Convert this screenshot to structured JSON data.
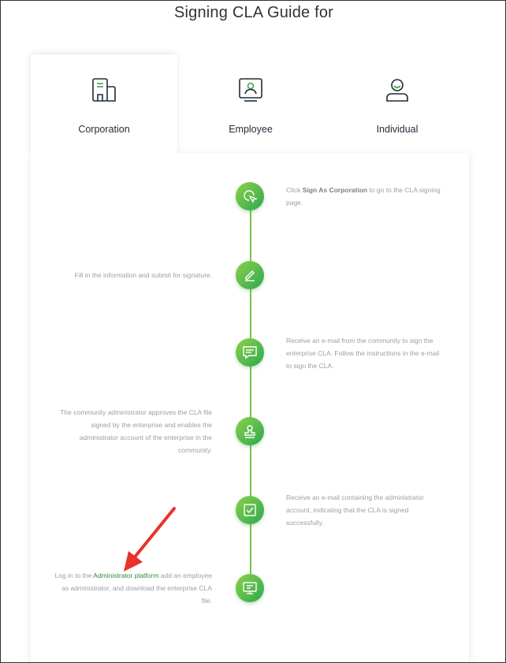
{
  "page": {
    "title": "Signing CLA Guide for"
  },
  "tabs": [
    {
      "label": "Corporation",
      "icon": "building-icon",
      "active": true
    },
    {
      "label": "Employee",
      "icon": "employee-badge-icon",
      "active": false
    },
    {
      "label": "Individual",
      "icon": "person-icon",
      "active": false
    }
  ],
  "steps": {
    "s1": {
      "prefix": "Click ",
      "bold": "Sign As Corporation",
      "suffix": " to go to the CLA signing page.",
      "icon": "cursor-click-icon"
    },
    "s2": {
      "text": "Fill in the information and submit for signature.",
      "icon": "edit-pen-icon"
    },
    "s3": {
      "text": "Receive an e-mail from the community to sign the enterprise CLA. Follow the instructions in the e-mail to sign the CLA.",
      "icon": "message-icon"
    },
    "s4": {
      "text": "The community administrator approves the CLA file signed by the enterprise and enables the administrator account of the enterprise in the community.",
      "icon": "stamp-icon"
    },
    "s5": {
      "text": "Receive an e-mail containing the administrator account, indicating that the CLA is signed successfully.",
      "icon": "check-mail-icon"
    },
    "s6": {
      "prefix": "Log in to the ",
      "link": "Administrator platform",
      "suffix": " add an employee as administrator, and download the enterprise CLA file.",
      "icon": "monitor-icon"
    }
  },
  "colors": {
    "accent": "#3aa84a",
    "annotation_arrow": "#e8322b"
  }
}
